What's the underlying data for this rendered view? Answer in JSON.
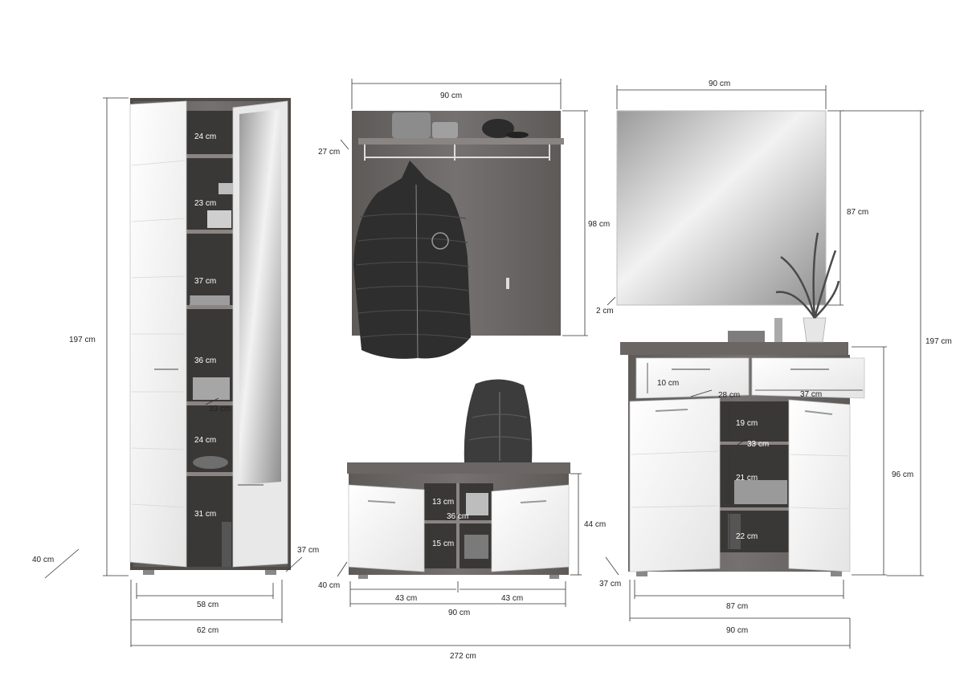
{
  "dimensions": {
    "wardrobe": {
      "height": "197 cm",
      "depth_diag": "40 cm",
      "inner_depth": "37 cm",
      "shelf_1": "24 cm",
      "shelf_2": "23 cm",
      "shelf_3": "37 cm",
      "shelf_4": "36 cm",
      "shelf_depth": "33 cm",
      "shelf_5": "24 cm",
      "shelf_6": "31 cm",
      "inner_width": "58 cm",
      "outer_width": "62 cm"
    },
    "coat_panel": {
      "width": "90 cm",
      "shelf_depth": "27 cm",
      "height": "98 cm"
    },
    "mirror": {
      "width": "90 cm",
      "height": "87 cm",
      "depth": "2 cm"
    },
    "bench": {
      "height": "44 cm",
      "depth": "40 cm",
      "compartment_top": "13 cm",
      "inner_depth": "36 cm",
      "compartment_bottom": "15 cm",
      "left_width": "43 cm",
      "right_width": "43 cm",
      "total_width": "90 cm"
    },
    "sideboard": {
      "drawer_height": "10 cm",
      "drawer_depth": "28 cm",
      "drawer_width": "37 cm",
      "compartment_1": "19 cm",
      "shelf_depth": "33 cm",
      "compartment_2": "21 cm",
      "compartment_3": "22 cm",
      "height": "96 cm",
      "depth": "37 cm",
      "inner_width": "87 cm",
      "outer_width": "90 cm",
      "total_height": "197 cm"
    },
    "total_width": "272 cm"
  },
  "colors": {
    "wood": "#6b6663",
    "gloss": "#f4f4f4",
    "interior": "#3a3837"
  },
  "icons": [
    "coat-icon",
    "backpack-icon",
    "plant-icon",
    "cap-icon",
    "hatbox-icon"
  ]
}
